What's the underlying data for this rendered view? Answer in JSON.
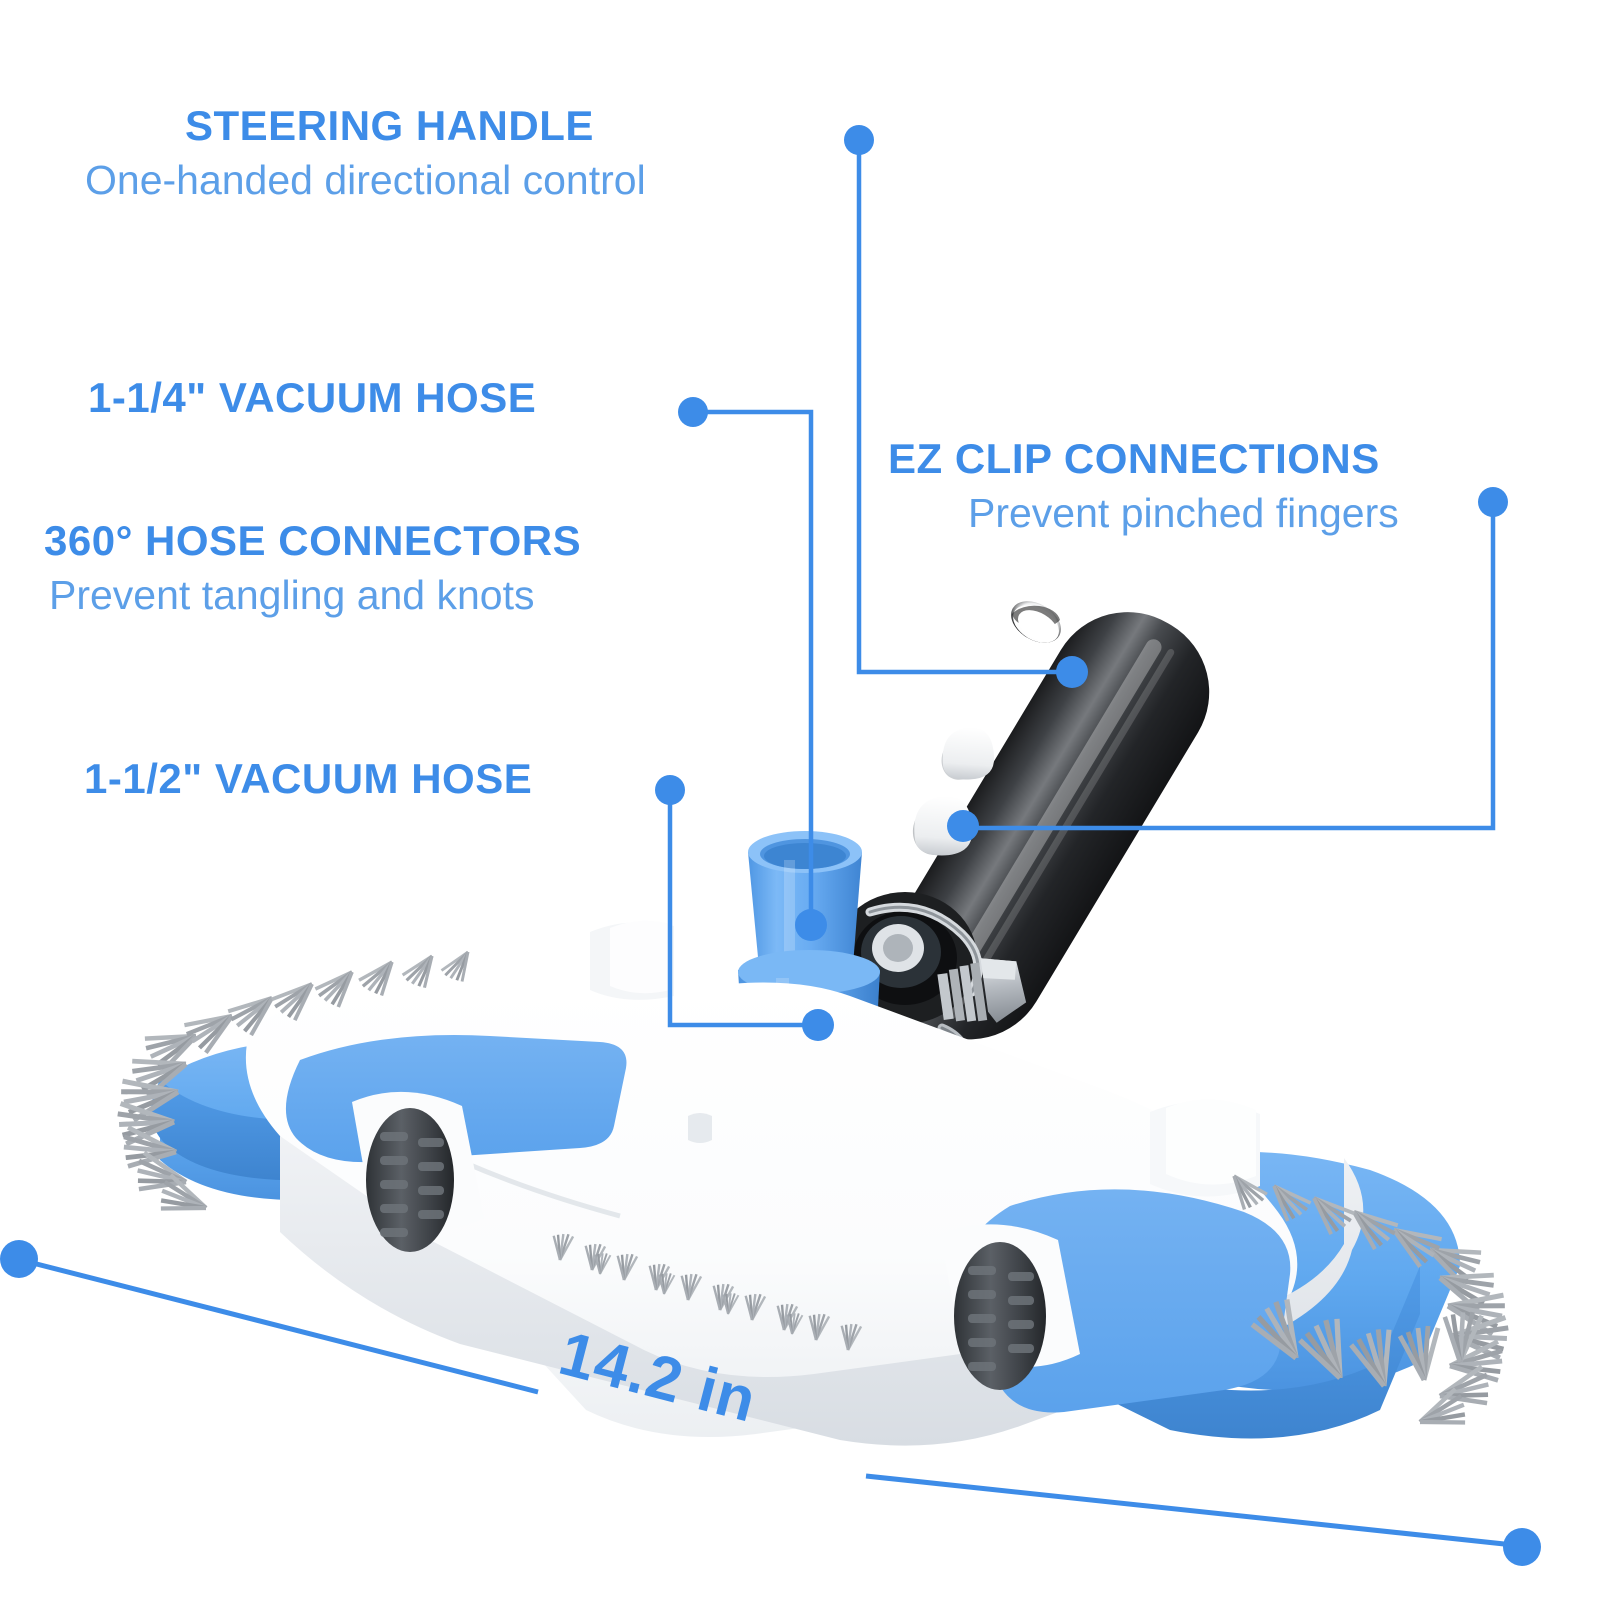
{
  "theme": {
    "accent": "#3d8ce8",
    "accent_light": "#5c9fe8",
    "background": "#ffffff",
    "body_white": "#fdfdfd",
    "body_blue": "#5fa8ef",
    "bristle_gray": "#9aa0a6",
    "wheel_dark": "#4a4f54",
    "handle_black": "#2a2b2d"
  },
  "callouts": [
    {
      "id": "steering-handle",
      "title": "STEERING HANDLE",
      "subtitle": "One-handed directional control"
    },
    {
      "id": "vacuum-hose-114",
      "title": "1-1/4\" VACUUM HOSE",
      "subtitle": ""
    },
    {
      "id": "hose-connectors-360",
      "title": "360° HOSE CONNECTORS",
      "subtitle": "Prevent tangling and knots"
    },
    {
      "id": "vacuum-hose-112",
      "title": "1-1/2\" VACUUM HOSE",
      "subtitle": ""
    },
    {
      "id": "ez-clip-connections",
      "title": "EZ CLIP CONNECTIONS",
      "subtitle": "Prevent pinched fingers"
    }
  ],
  "dimension": {
    "value": "14.2 in",
    "axis": "width"
  },
  "product": {
    "name": "pool-vacuum-head",
    "parts": [
      "steering-handle",
      "ez-clip-buttons",
      "swivel-hose-connector",
      "vacuum-head-body",
      "side-brushes",
      "rear-brush-strip",
      "wheels"
    ]
  }
}
